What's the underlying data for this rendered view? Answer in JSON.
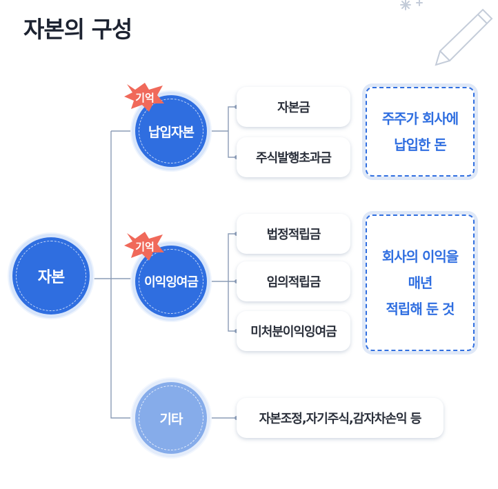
{
  "title": "자본의 구성",
  "root": {
    "label": "자본"
  },
  "categories": [
    {
      "label": "납입자본",
      "badge": "기억",
      "items": [
        "자본금",
        "주식발행초과금"
      ],
      "description": [
        "주주가 회사에",
        "납입한 돈"
      ]
    },
    {
      "label": "이익잉여금",
      "badge": "기억",
      "items": [
        "법정적립금",
        "임의적립금",
        "미처분이익잉여금"
      ],
      "description": [
        "회사의 이익을",
        "매년",
        "적립해 둔 것"
      ]
    },
    {
      "label": "기타",
      "items": [
        "자본조정,자기주식,감자차손익 등"
      ]
    }
  ],
  "colors": {
    "primary": "#2f6ee0",
    "light": "#86acea",
    "badge": "#f0695a",
    "line": "#8a9bb5"
  }
}
